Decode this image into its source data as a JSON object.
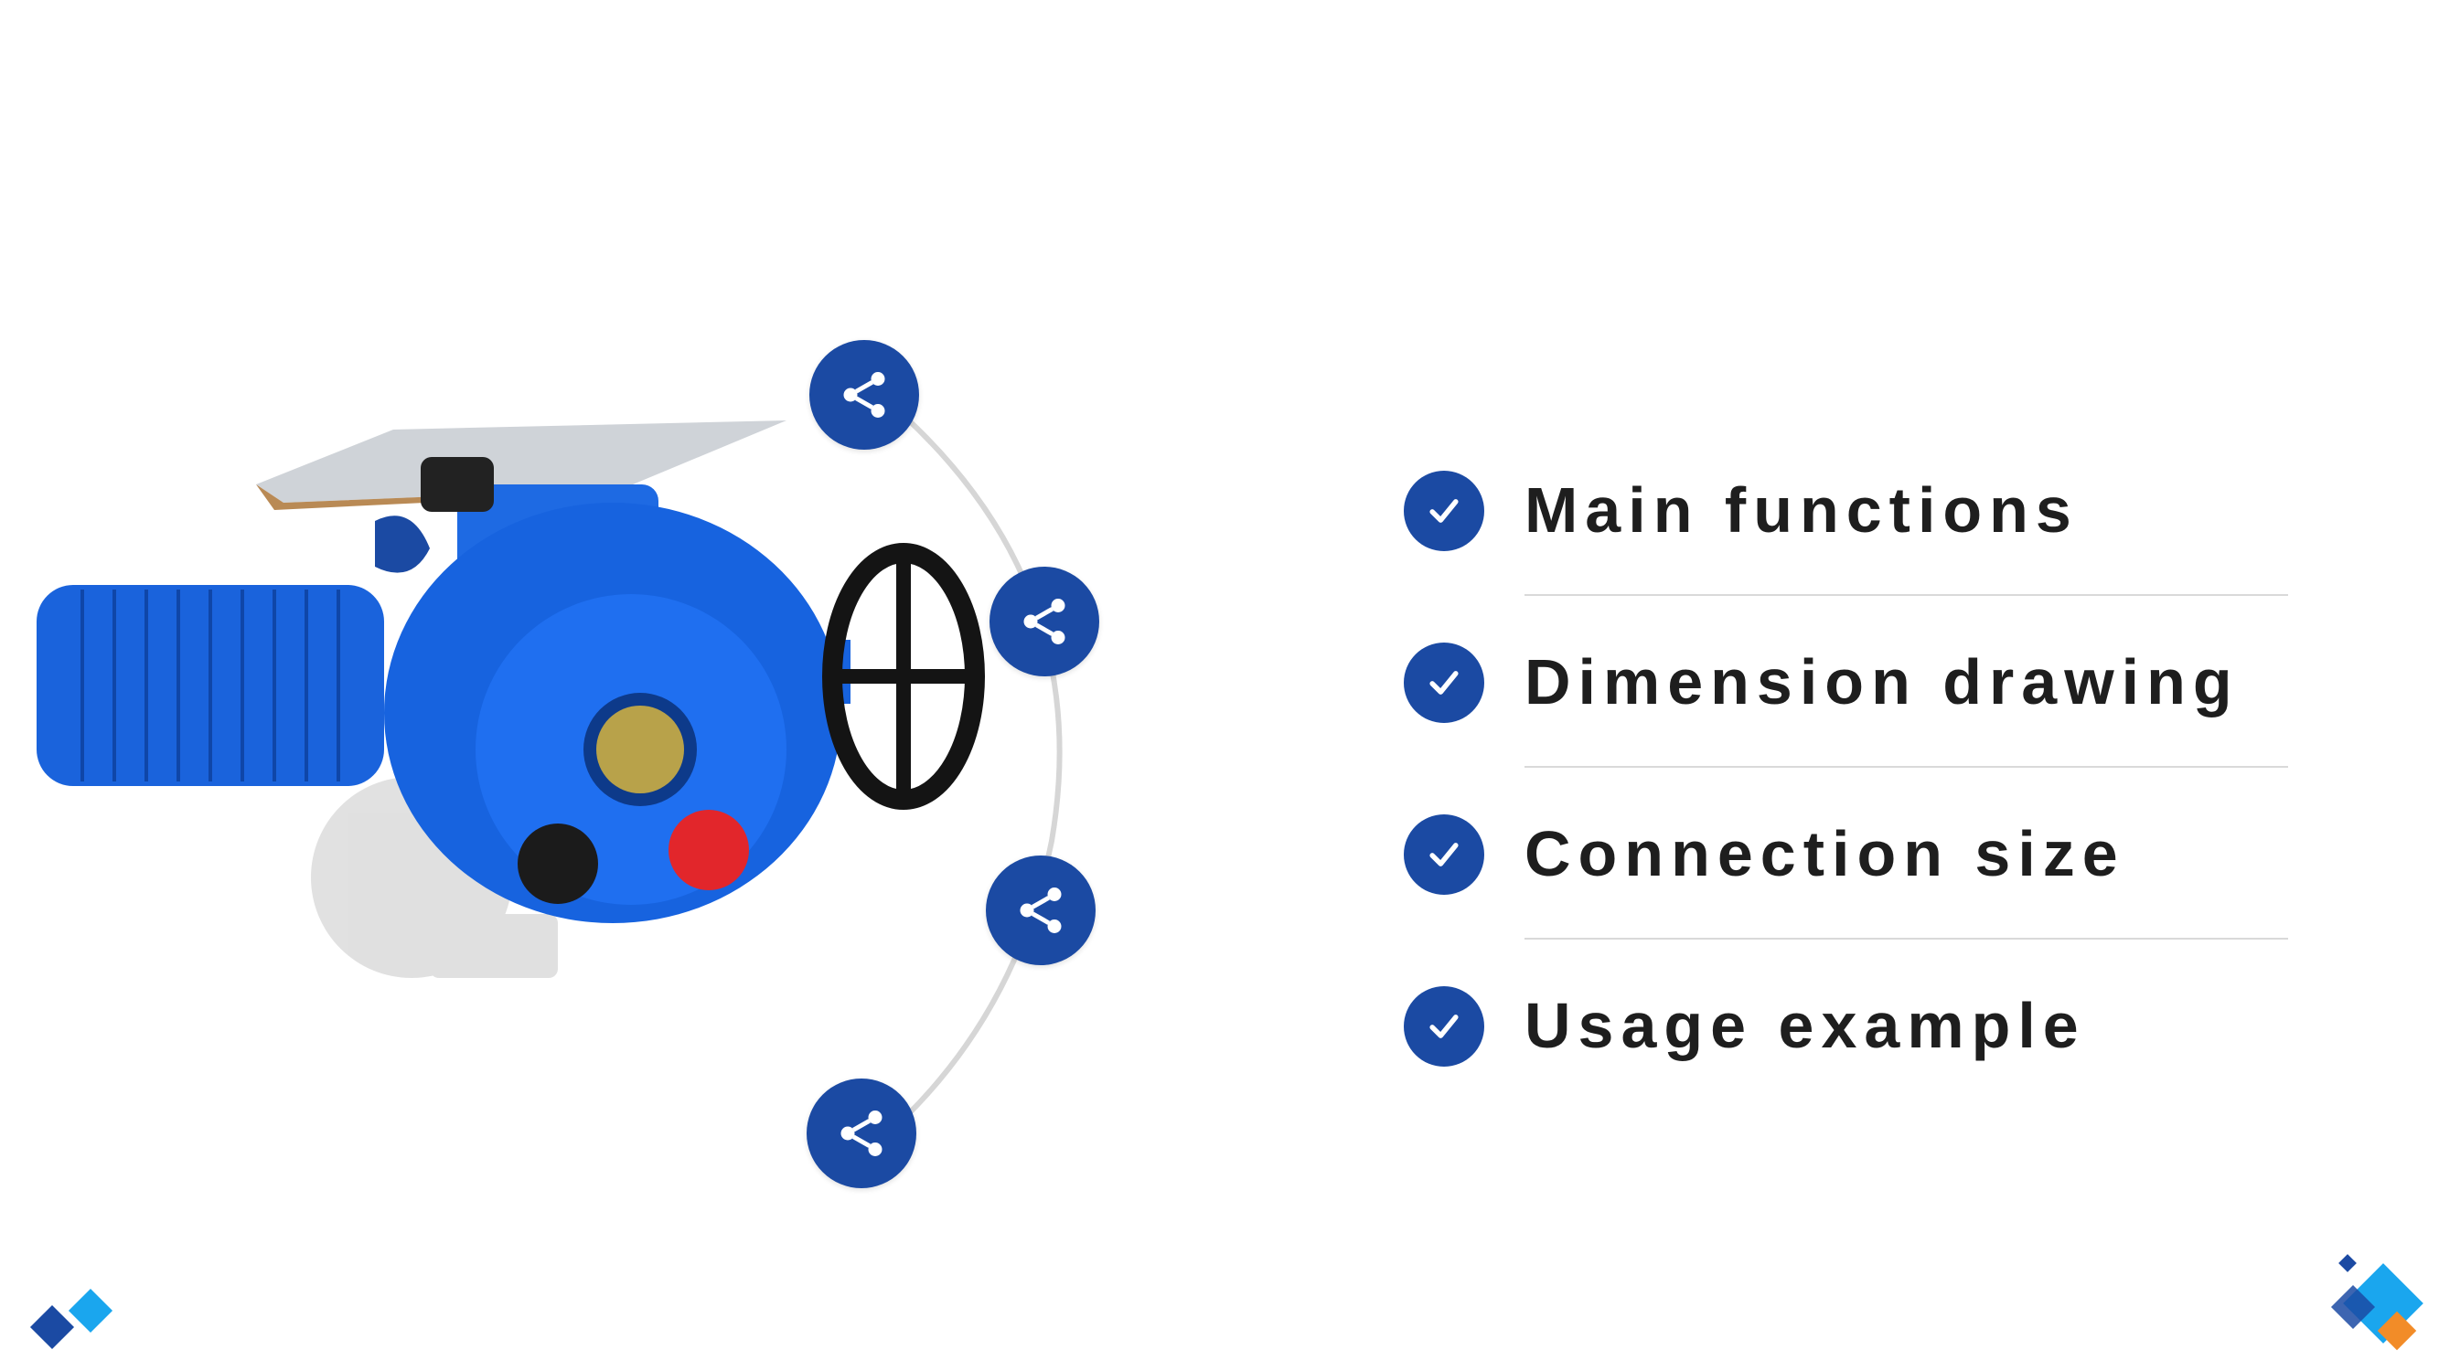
{
  "menu": {
    "items": [
      {
        "label": "Main functions"
      },
      {
        "label": "Dimension drawing"
      },
      {
        "label": "Connection size"
      },
      {
        "label": "Usage example"
      }
    ]
  },
  "share_buttons": {
    "count": 4,
    "icon": "share-icon"
  },
  "product_image": {
    "subject": "electric-valve-actuator"
  },
  "colors": {
    "accent": "#1b4aa3",
    "product_blue": "#1560d8",
    "decor_light": "#1aa6ee",
    "decor_dark": "#1b4aa3",
    "decor_orange": "#f28c28",
    "divider": "#d9d9d9",
    "text": "#1e1e1e"
  }
}
